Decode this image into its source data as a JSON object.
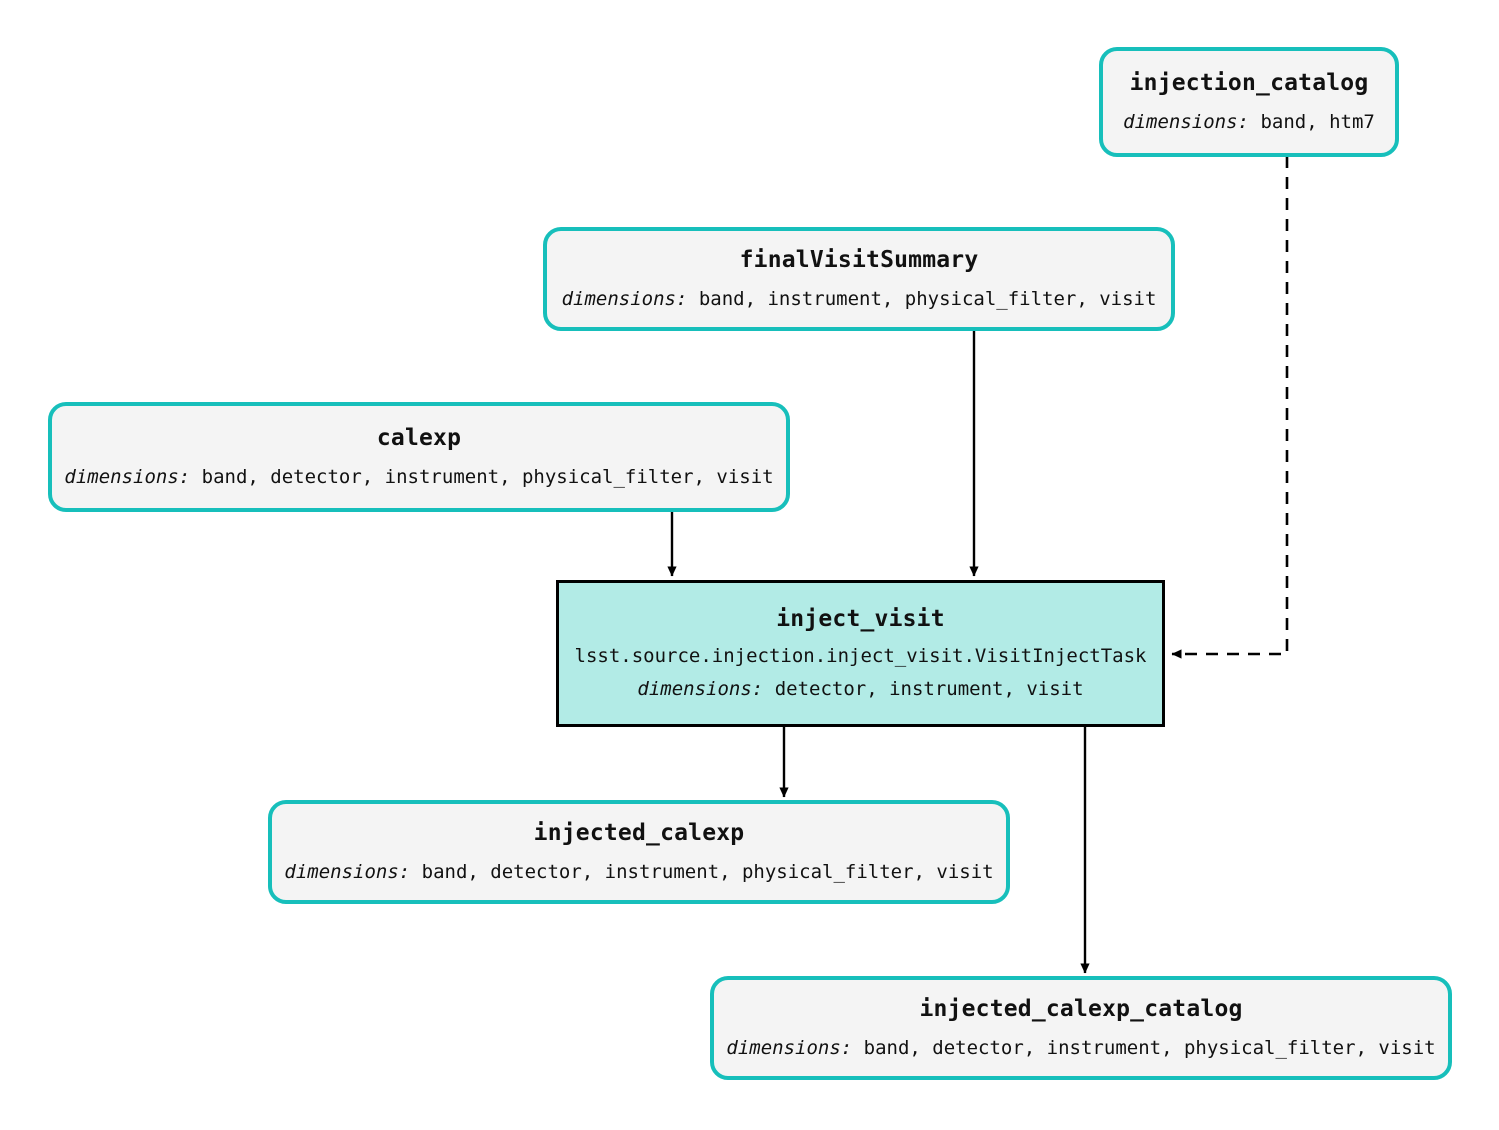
{
  "diagram": {
    "kind": "pipeline-graph",
    "colors": {
      "dataset_border": "#17bfbb",
      "dataset_fill": "#f4f4f4",
      "task_border": "#000000",
      "task_fill": "#b2ebe6",
      "edge": "#000000",
      "background": "#ffffff"
    },
    "dimensions_label": "dimensions:"
  },
  "nodes": {
    "injection_catalog": {
      "title": "injection_catalog",
      "dims_label": "dimensions:",
      "dims_values": " band, htm7",
      "type": "dataset"
    },
    "final_visit_summary": {
      "title": "finalVisitSummary",
      "dims_label": "dimensions:",
      "dims_values": " band, instrument, physical_filter, visit",
      "type": "dataset"
    },
    "calexp": {
      "title": "calexp",
      "dims_label": "dimensions:",
      "dims_values": " band, detector, instrument, physical_filter, visit",
      "type": "dataset"
    },
    "inject_visit": {
      "title": "inject_visit",
      "task_class": "lsst.source.injection.inject_visit.VisitInjectTask",
      "dims_label": "dimensions:",
      "dims_values": " detector, instrument, visit",
      "type": "task"
    },
    "injected_calexp": {
      "title": "injected_calexp",
      "dims_label": "dimensions:",
      "dims_values": " band, detector, instrument, physical_filter, visit",
      "type": "dataset"
    },
    "injected_calexp_catalog": {
      "title": "injected_calexp_catalog",
      "dims_label": "dimensions:",
      "dims_values": " band, detector, instrument, physical_filter, visit",
      "type": "dataset"
    }
  },
  "edges": [
    {
      "from": "calexp",
      "to": "inject_visit",
      "style": "solid"
    },
    {
      "from": "final_visit_summary",
      "to": "inject_visit",
      "style": "solid"
    },
    {
      "from": "injection_catalog",
      "to": "inject_visit",
      "style": "dashed"
    },
    {
      "from": "inject_visit",
      "to": "injected_calexp",
      "style": "solid"
    },
    {
      "from": "inject_visit",
      "to": "injected_calexp_catalog",
      "style": "solid"
    }
  ]
}
